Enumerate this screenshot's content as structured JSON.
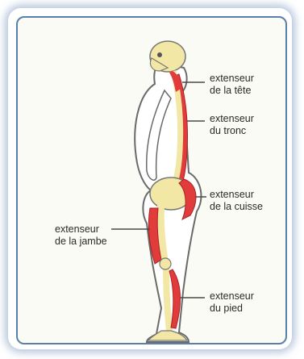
{
  "labels": {
    "head_extensor": {
      "line1": "extenseur",
      "line2": "de la tête"
    },
    "trunk_extensor": {
      "line1": "extenseur",
      "line2": "du tronc"
    },
    "thigh_extensor": {
      "line1": "extenseur",
      "line2": "de la cuisse"
    },
    "leg_extensor": {
      "line1": "extenseur",
      "line2": "de la jambe"
    },
    "foot_extensor": {
      "line1": "extenseur",
      "line2": "du pied"
    }
  },
  "colors": {
    "muscle": "#e23b3b",
    "bone": "#f3e7a6",
    "outline": "#6a6a6a",
    "frame": "#5a7fa8"
  }
}
